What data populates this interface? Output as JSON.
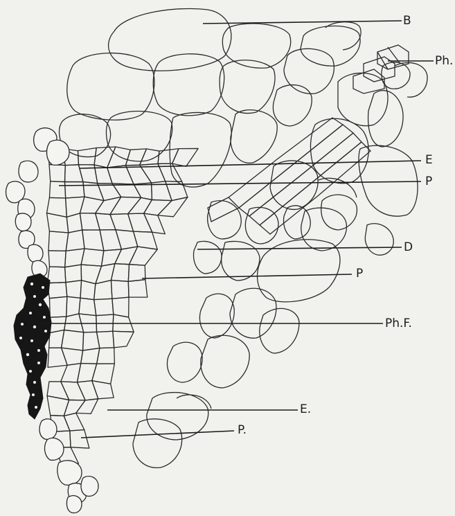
{
  "figure": {
    "labels": {
      "B": "B",
      "Ph": "Ph.",
      "E1": "E",
      "P1": "P",
      "D": "D",
      "P2": "P",
      "PhF": "Ph.F.",
      "E2": "E.",
      "P3": "P."
    }
  },
  "colors": {
    "background": "#f1f1ed",
    "ink": "#1a1a1a",
    "phloem_fibers": "#161616"
  }
}
